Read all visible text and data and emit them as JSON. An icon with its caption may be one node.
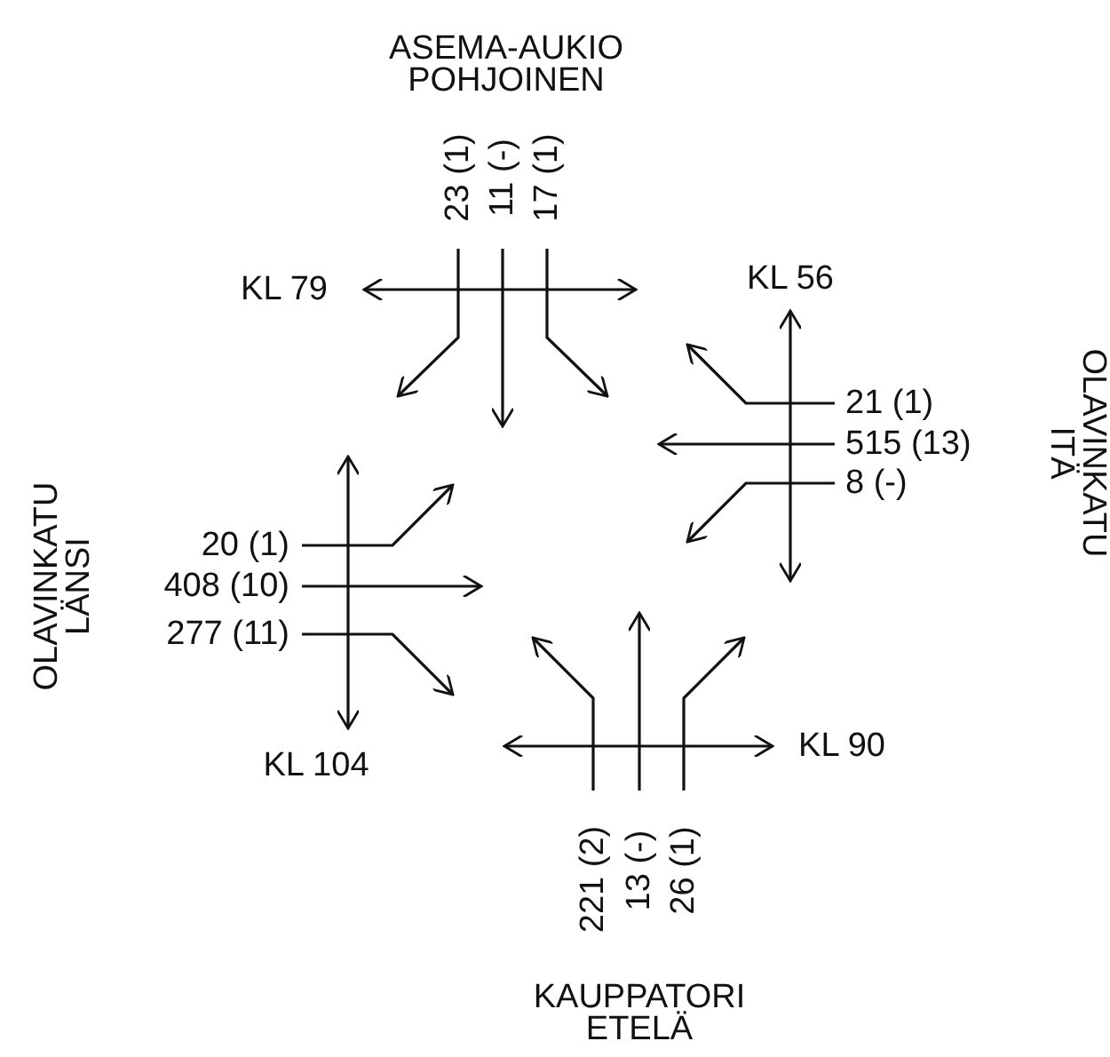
{
  "diagram": {
    "labels": [
      "ASEMA-AUKIO POHJOINEN",
      "23 (1)",
      "11 (-)",
      "17 (1)",
      "KL 79",
      "KL 56",
      "OLAVINKATU ITÄ",
      "21 (1)",
      "515 (13)",
      "8 (-)",
      "OLAVINKATU LÄNSI",
      "20 (1)",
      "408 (10)",
      "277 (11)",
      "KL 104",
      "KL 90",
      "221 (2)",
      "13 (-)",
      "26 (1)",
      "KAUPPATORI ETELÄ"
    ]
  }
}
